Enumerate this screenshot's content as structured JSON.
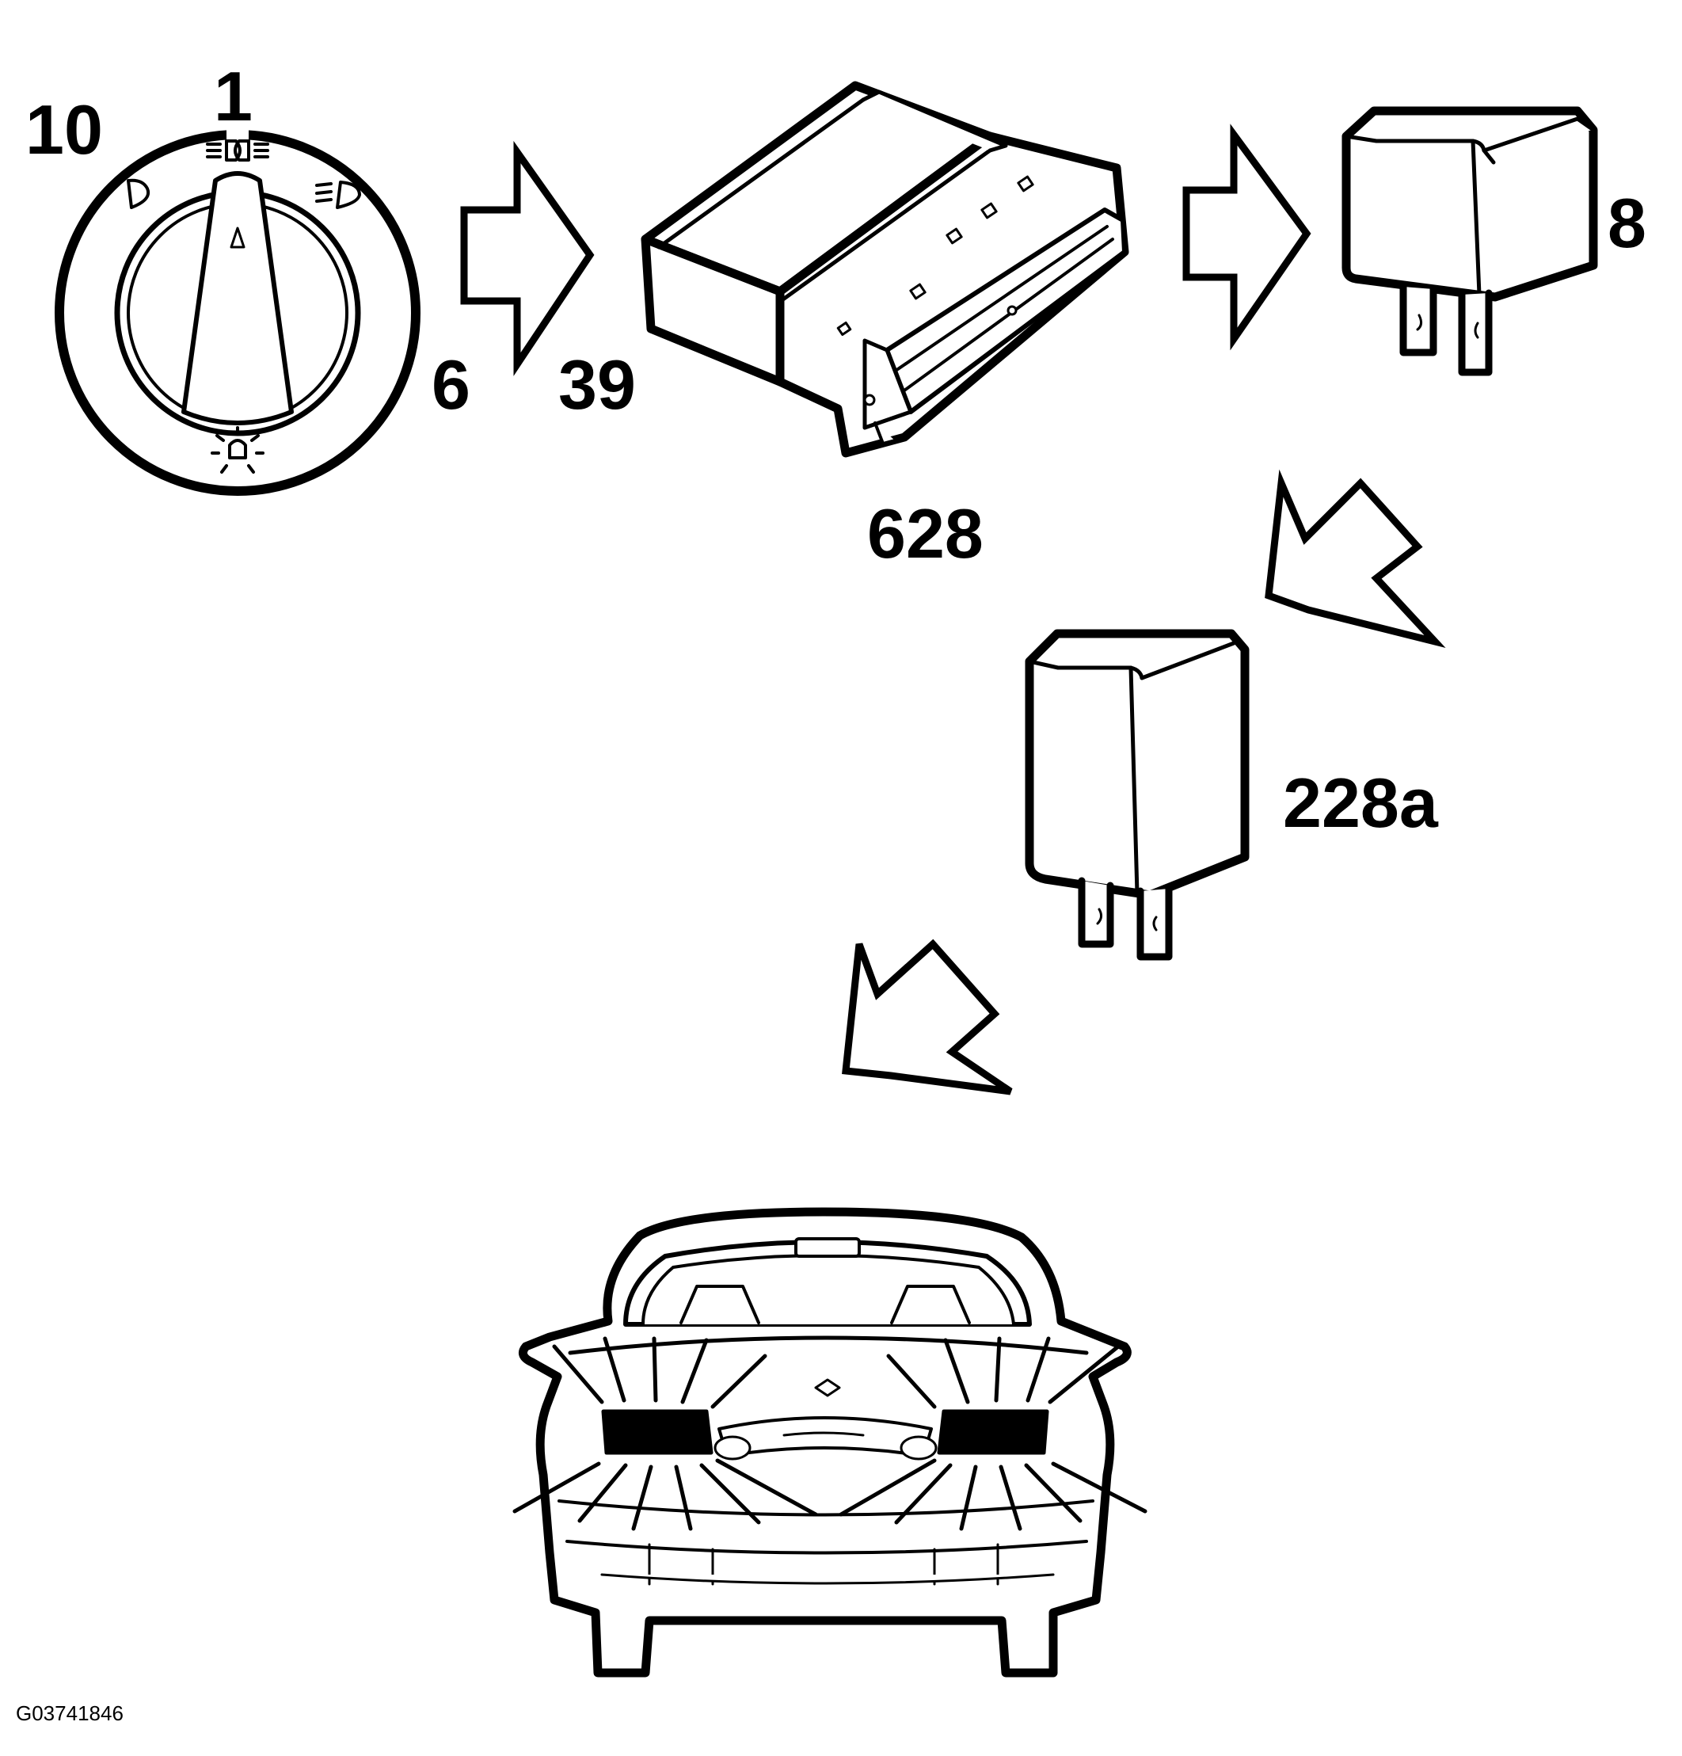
{
  "labels": {
    "switch_position_off": "10",
    "switch_position_parking": "1",
    "switch_position_low": "6",
    "signal_39": "39",
    "control_module": "628",
    "relay_8": "8",
    "relay_228a": "228a"
  },
  "figure_code": "G03741846",
  "colors": {
    "ink": "#000000",
    "paper": "#ffffff"
  }
}
